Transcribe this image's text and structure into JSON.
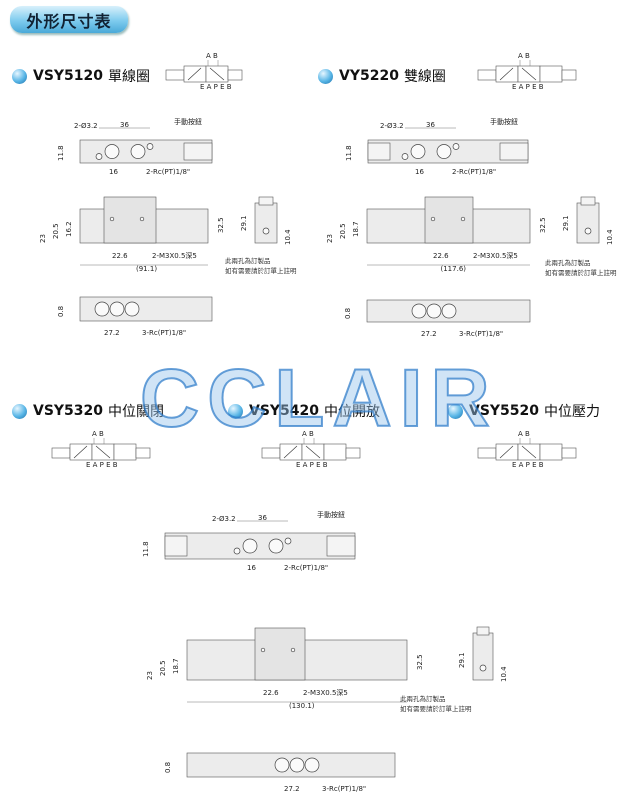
{
  "page_title": "外形尺寸表",
  "watermark": "CCLAIR",
  "common": {
    "note_line1": "此兩孔為訂製品",
    "note_line2": "如有需要請於訂單上註明",
    "manual_button": "手動按鈕"
  },
  "models": [
    {
      "code": "VSY5120",
      "type": "單線圈"
    },
    {
      "code": "VY5220",
      "type": "雙線圈"
    },
    {
      "code": "VSY5320",
      "type": "中位關閉"
    },
    {
      "code": "VSY5420",
      "type": "中位開放"
    },
    {
      "code": "VSY5520",
      "type": "中位壓力"
    }
  ],
  "symbol": {
    "top": "A B",
    "bottom": "E A P E B"
  },
  "drawings": [
    {
      "hole": "2-Ø3.2",
      "pitch": "36",
      "height_top": "11.8",
      "port_pitch": "16",
      "port_top": "2-Rc(PT)1/8\"",
      "h23": "23",
      "h20": "20.5",
      "h16": "16.2",
      "h32": "32.5",
      "h29": "29.1",
      "h10": "10.4",
      "d226": "22.6",
      "m3": "2-M3X0.5深5",
      "length": "(91.1)",
      "h08": "0.8",
      "d272": "27.2",
      "port_bot": "3-Rc(PT)1/8\""
    },
    {
      "hole": "2-Ø3.2",
      "pitch": "36",
      "height_top": "11.8",
      "port_pitch": "16",
      "port_top": "2-Rc(PT)1/8\"",
      "h23": "23",
      "h20": "20.5",
      "h16": "18.7",
      "h32": "32.5",
      "h29": "29.1",
      "h10": "10.4",
      "d226": "22.6",
      "m3": "2-M3X0.5深5",
      "length": "(117.6)",
      "h08": "0.8",
      "d272": "27.2",
      "port_bot": "3-Rc(PT)1/8\""
    },
    {
      "hole": "2-Ø3.2",
      "pitch": "36",
      "height_top": "11.8",
      "port_pitch": "16",
      "port_top": "2-Rc(PT)1/8\"",
      "h23": "23",
      "h20": "20.5",
      "h16": "18.7",
      "h32": "32.5",
      "h29": "29.1",
      "h10": "10.4",
      "d226": "22.6",
      "m3": "2-M3X0.5深5",
      "length": "(130.1)",
      "h08": "0.8",
      "d272": "27.2",
      "port_bot": "3-Rc(PT)1/8\""
    }
  ]
}
